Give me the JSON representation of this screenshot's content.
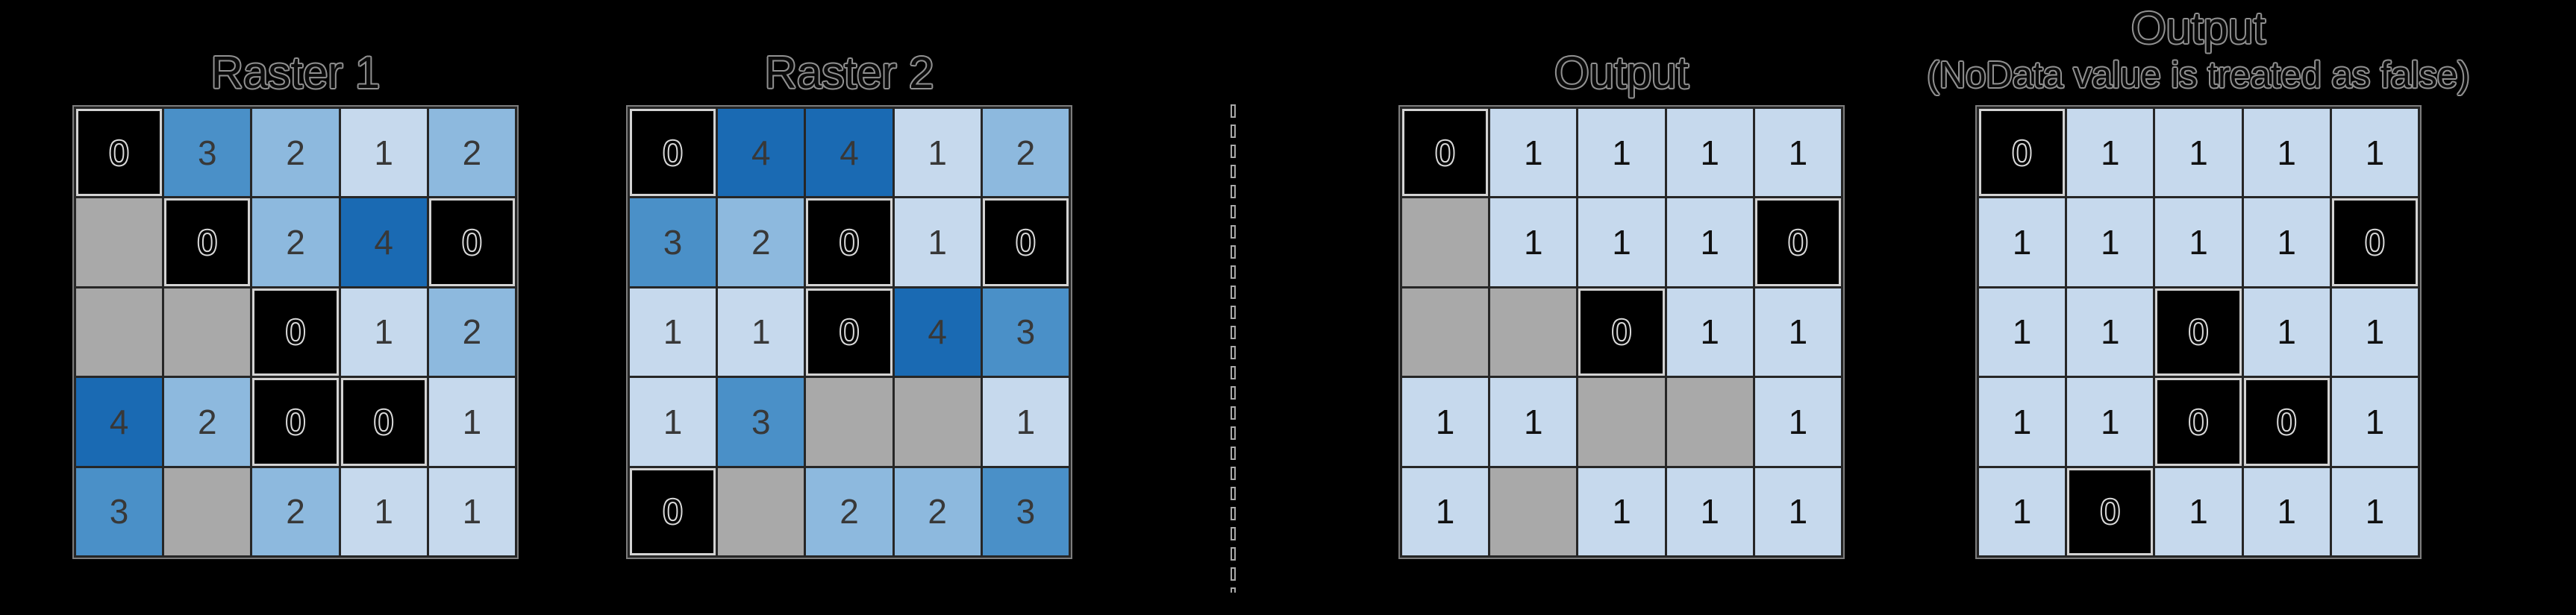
{
  "background_color": "#000000",
  "palette": {
    "0": "#000000",
    "1": "#c6d9ed",
    "2": "#8db9de",
    "3": "#4a90c8",
    "4": "#1a6ab3",
    "nd": "#a9a9a9"
  },
  "legend_semantics": {
    "0": "false value cell",
    "1-4": "true value cells (blue shades)",
    "nd": "NoData cell (gray)"
  },
  "divider": {
    "style": "vertical dashed line",
    "dash_color": "#a8a8a8"
  },
  "grids": [
    {
      "id": "raster1",
      "title": "Raster 1",
      "cells": [
        [
          "0",
          "3",
          "2",
          "1",
          "2"
        ],
        [
          "nd",
          "0",
          "2",
          "4",
          "0"
        ],
        [
          "nd",
          "nd",
          "0",
          "1",
          "2"
        ],
        [
          "4",
          "2",
          "0",
          "0",
          "1"
        ],
        [
          "3",
          "nd",
          "2",
          "1",
          "1"
        ]
      ]
    },
    {
      "id": "raster2",
      "title": "Raster 2",
      "cells": [
        [
          "0",
          "4",
          "4",
          "1",
          "2"
        ],
        [
          "3",
          "2",
          "0",
          "1",
          "0"
        ],
        [
          "1",
          "1",
          "0",
          "4",
          "3"
        ],
        [
          "1",
          "3",
          "nd",
          "nd",
          "1"
        ],
        [
          "0",
          "nd",
          "2",
          "2",
          "3"
        ]
      ]
    },
    {
      "id": "output",
      "title": "Output",
      "cells": [
        [
          "0",
          "1",
          "1",
          "1",
          "1"
        ],
        [
          "nd",
          "1",
          "1",
          "1",
          "0"
        ],
        [
          "nd",
          "nd",
          "0",
          "1",
          "1"
        ],
        [
          "1",
          "1",
          "nd",
          "nd",
          "1"
        ],
        [
          "1",
          "nd",
          "1",
          "1",
          "1"
        ]
      ]
    },
    {
      "id": "output-nodata-as-false",
      "title": "Output",
      "subtitle": "(NoData value is treated as false)",
      "cells": [
        [
          "0",
          "1",
          "1",
          "1",
          "1"
        ],
        [
          "1",
          "1",
          "1",
          "1",
          "0"
        ],
        [
          "1",
          "1",
          "0",
          "1",
          "1"
        ],
        [
          "1",
          "1",
          "0",
          "0",
          "1"
        ],
        [
          "1",
          "0",
          "1",
          "1",
          "1"
        ]
      ]
    }
  ]
}
